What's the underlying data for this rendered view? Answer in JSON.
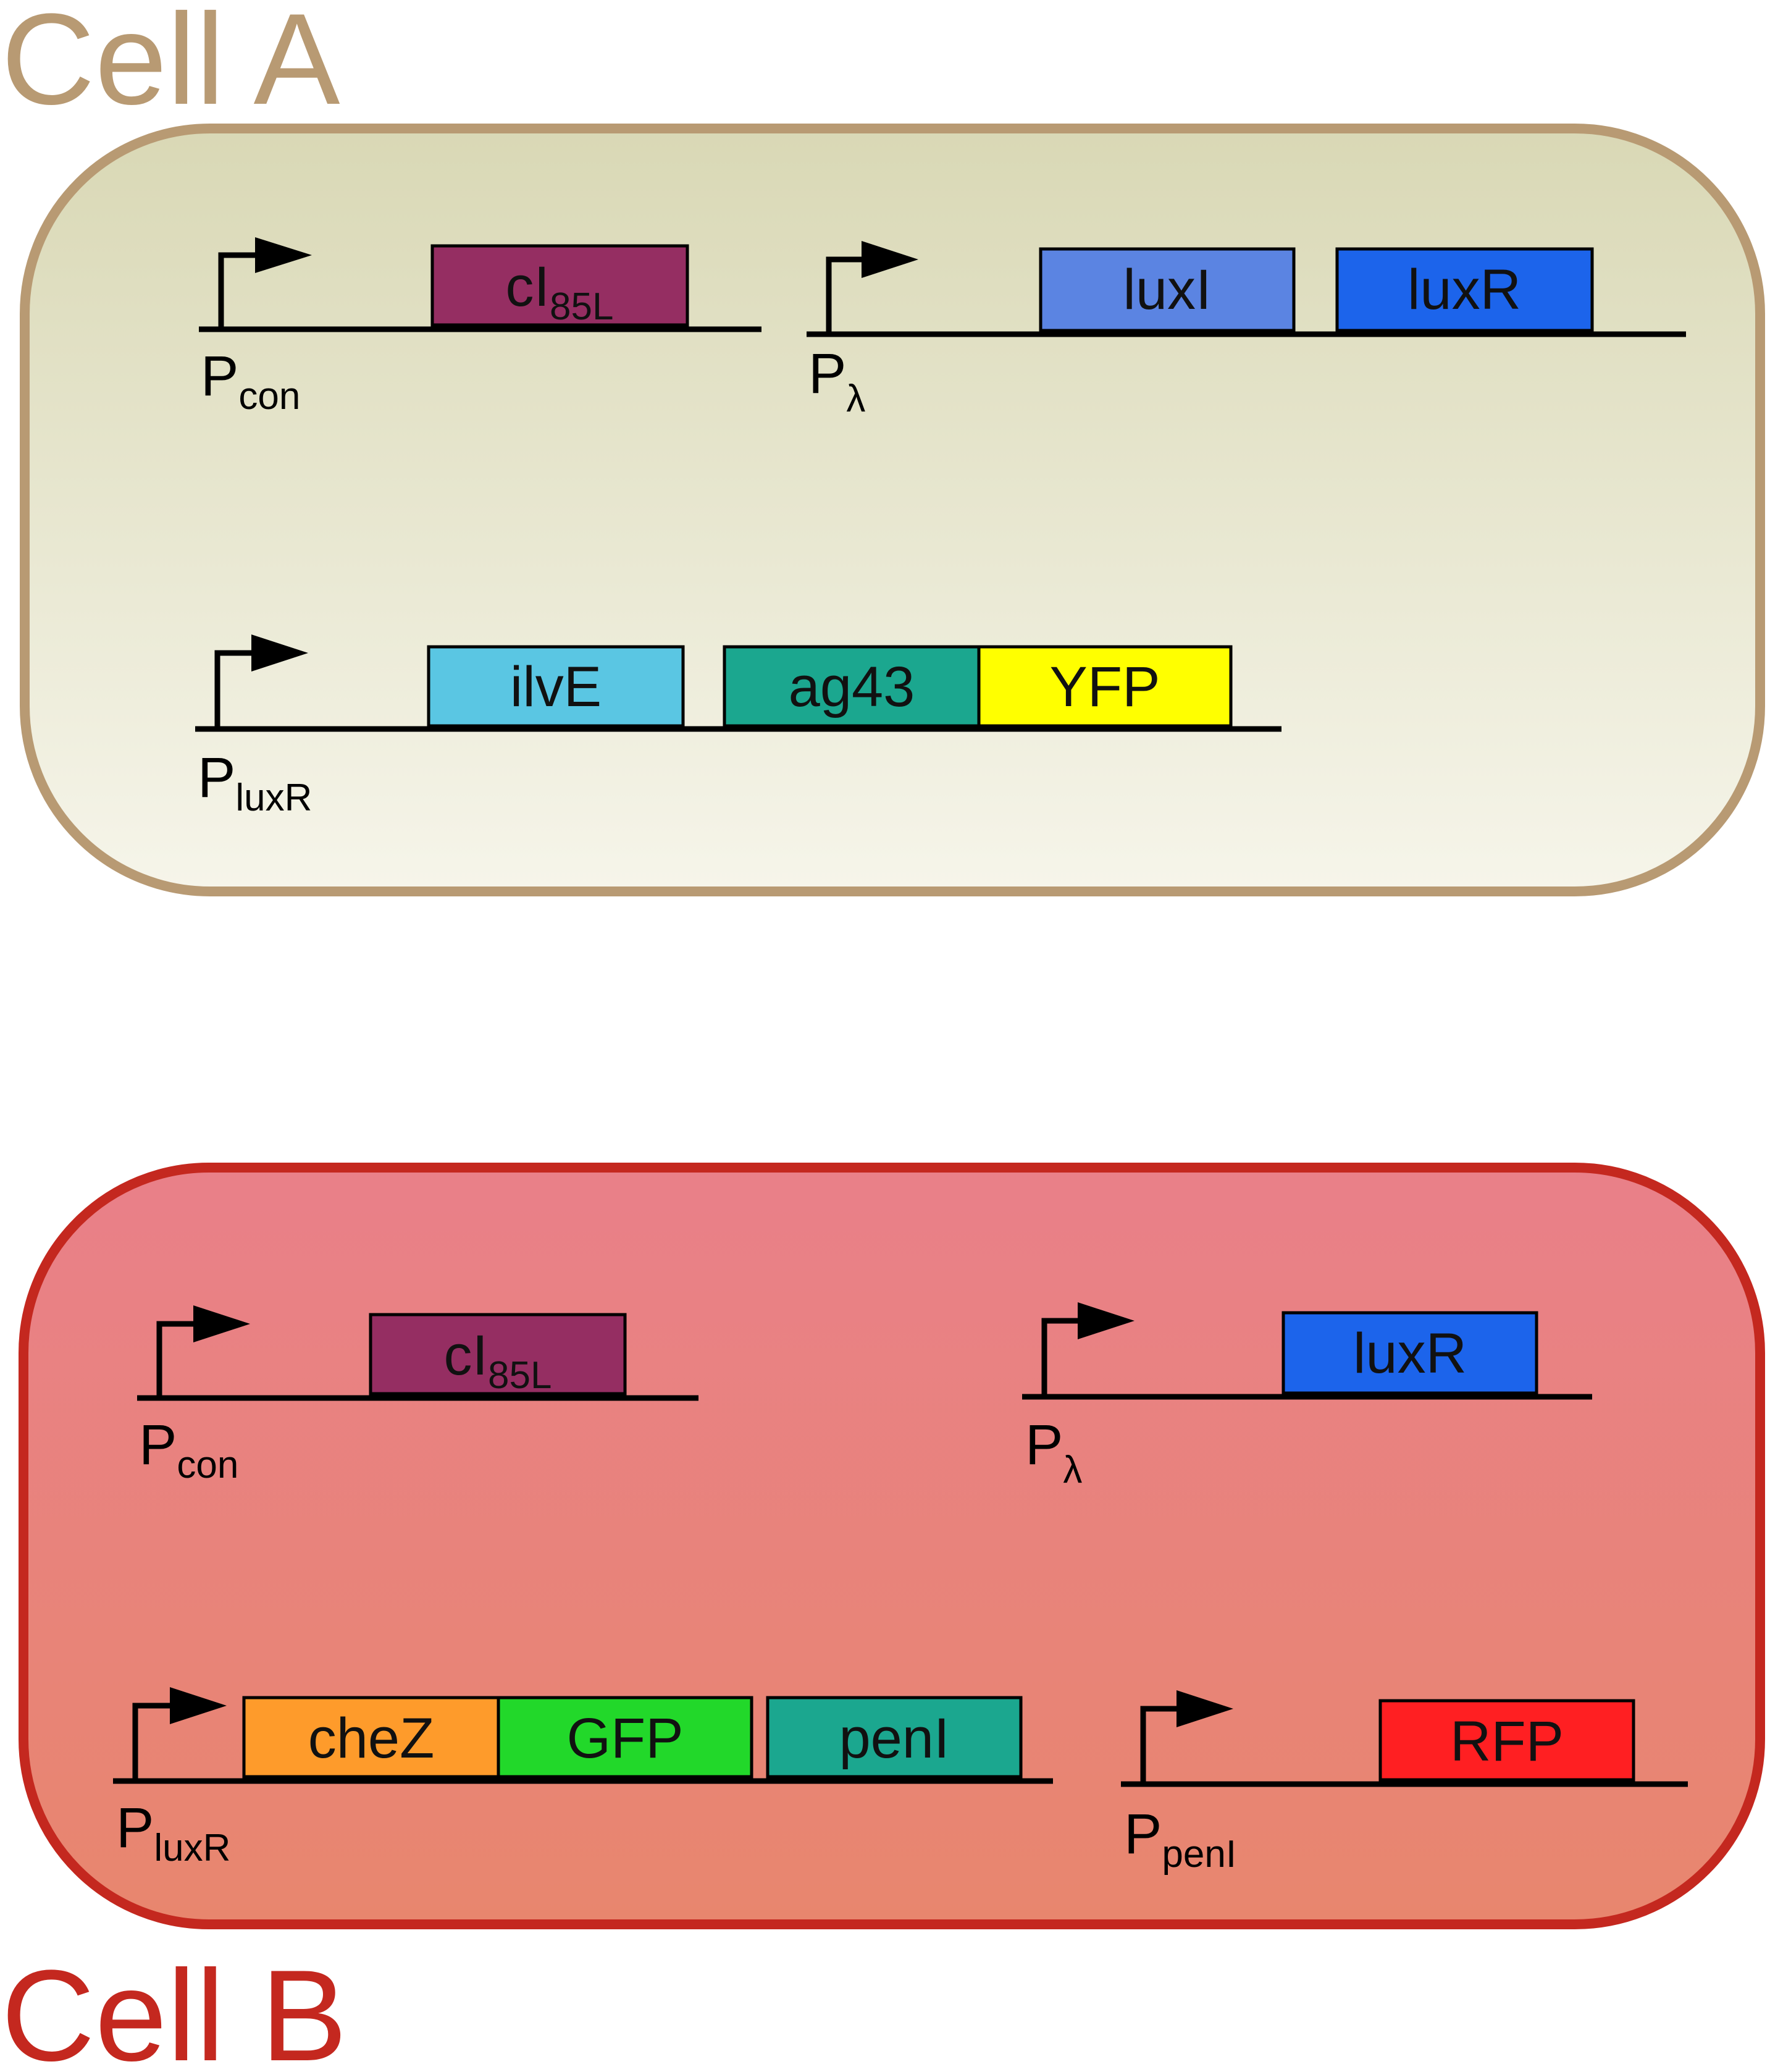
{
  "cells": [
    {
      "id": "a",
      "title": "Cell A",
      "title_color": "#b89a73",
      "border_color": "#b89a73",
      "fill_top": "#d9d8b5",
      "fill_bottom": "#f6f5ea",
      "constructs": [
        {
          "promoter": {
            "main": "P",
            "sub": "con"
          },
          "genes": [
            {
              "main": "cI",
              "sub": "85L",
              "color": "#952e62"
            }
          ]
        },
        {
          "promoter": {
            "main": "P",
            "sub": "λ"
          },
          "genes": [
            {
              "main": "luxI",
              "sub": "",
              "color": "#5b84e2"
            },
            {
              "main": "luxR",
              "sub": "",
              "color": "#1c64eb"
            }
          ]
        },
        {
          "promoter": {
            "main": "P",
            "sub": "luxR"
          },
          "genes": [
            {
              "main": "ilvE",
              "sub": "",
              "color": "#5ac6e3"
            },
            {
              "main": "ag43",
              "sub": "",
              "color": "#1ba78f"
            },
            {
              "main": "YFP",
              "sub": "",
              "color": "#ffff00"
            }
          ]
        }
      ]
    },
    {
      "id": "b",
      "title": "Cell B",
      "title_color": "#c4281f",
      "border_color": "#c4281f",
      "fill_top": "#e98089",
      "fill_bottom": "#e8866e",
      "constructs": [
        {
          "promoter": {
            "main": "P",
            "sub": "con"
          },
          "genes": [
            {
              "main": "cI",
              "sub": "85L",
              "color": "#952e62"
            }
          ]
        },
        {
          "promoter": {
            "main": "P",
            "sub": "λ"
          },
          "genes": [
            {
              "main": "luxR",
              "sub": "",
              "color": "#1c64eb"
            }
          ]
        },
        {
          "promoter": {
            "main": "P",
            "sub": "luxR"
          },
          "genes": [
            {
              "main": "cheZ",
              "sub": "",
              "color": "#fe9b2b"
            },
            {
              "main": "GFP",
              "sub": "",
              "color": "#22d82a"
            },
            {
              "main": "penI",
              "sub": "",
              "color": "#1ba78f"
            }
          ]
        },
        {
          "promoter": {
            "main": "P",
            "sub": "penI"
          },
          "genes": [
            {
              "main": "RFP",
              "sub": "",
              "color": "#ff1f22"
            }
          ]
        }
      ]
    }
  ]
}
